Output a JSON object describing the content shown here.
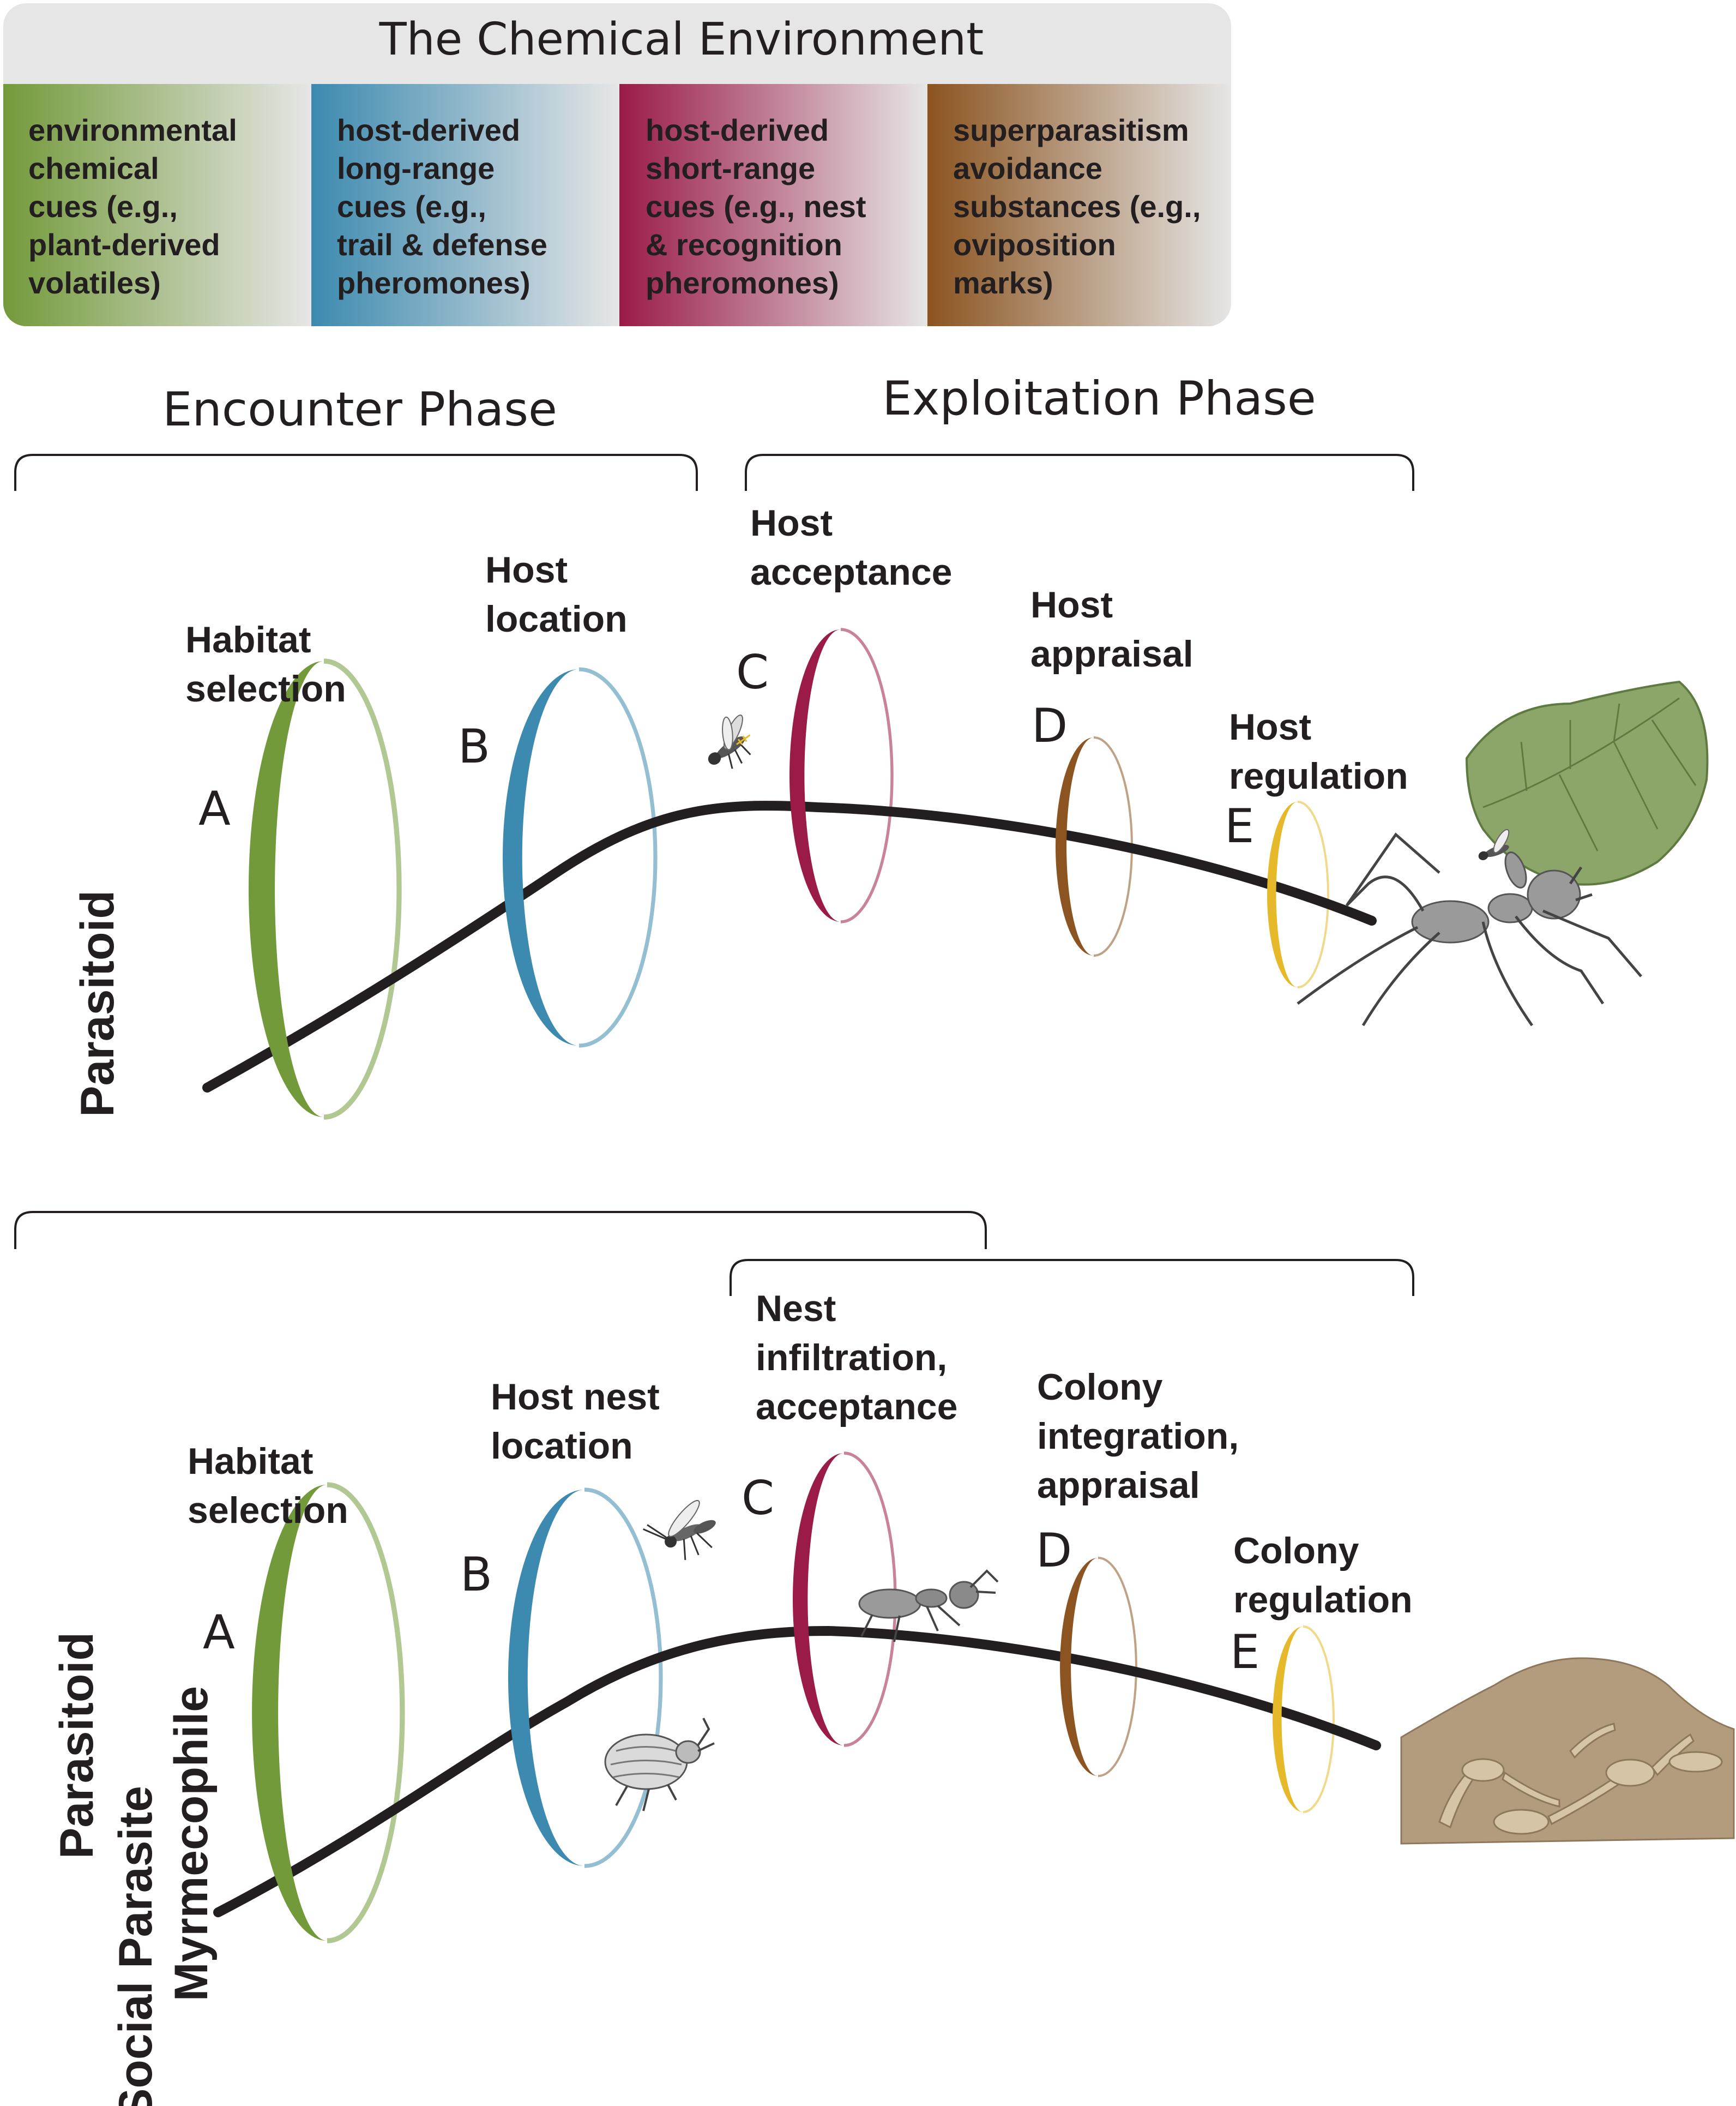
{
  "legend": {
    "title": "The Chemical Environment",
    "boxes": [
      {
        "lines": [
          "environmental",
          "chemical",
          "cues (e.g.,",
          "plant-derived",
          "volatiles)"
        ],
        "color": "#739A3A"
      },
      {
        "lines": [
          "host-derived",
          "long-range",
          "cues (e.g.,",
          "trail & defense",
          "pheromones)"
        ],
        "color": "#3C8AAF"
      },
      {
        "lines": [
          "host-derived",
          "short-range",
          "cues (e.g., nest",
          "& recognition",
          "pheromones)"
        ],
        "color": "#9A1B48"
      },
      {
        "lines": [
          "superparasitism",
          "avoidance",
          "substances (e.g.,",
          "oviposition",
          "marks)"
        ],
        "color": "#8B5420"
      }
    ],
    "panel_color": "#E6E6E6"
  },
  "phases": {
    "encounter": "Encounter Phase",
    "exploitation": "Exploitation Phase"
  },
  "panels": [
    {
      "row_labels": [
        "Parasitoid"
      ],
      "stages": [
        {
          "letter": "A",
          "label": [
            "Habitat",
            "selection"
          ]
        },
        {
          "letter": "B",
          "label": [
            "Host",
            "location"
          ]
        },
        {
          "letter": "C",
          "label": [
            "Host",
            "acceptance"
          ]
        },
        {
          "letter": "D",
          "label": [
            "Host",
            "appraisal"
          ]
        },
        {
          "letter": "E",
          "label": [
            "Host",
            "regulation"
          ]
        }
      ]
    },
    {
      "row_labels": [
        "Parasitoid",
        "Social Parasite",
        "Myrmecophile"
      ],
      "stages": [
        {
          "letter": "A",
          "label": [
            "Habitat",
            "selection"
          ]
        },
        {
          "letter": "B",
          "label": [
            "Host nest",
            "location"
          ]
        },
        {
          "letter": "C",
          "label": [
            "Nest",
            "infiltration,",
            "acceptance"
          ]
        },
        {
          "letter": "D",
          "label": [
            "Colony",
            "integration,",
            "appraisal"
          ]
        },
        {
          "letter": "E",
          "label": [
            "Colony",
            "regulation"
          ]
        }
      ]
    }
  ],
  "ring_colors": [
    "#739A3A",
    "#3C8AAF",
    "#9A1B48",
    "#8B5420",
    "#E6B92A"
  ],
  "illustrations": [
    "fly-icon",
    "leaf-cutter-ant-with-leaf",
    "wasp-icon",
    "ant-icon",
    "beetle-icon",
    "ant-nest-soil"
  ]
}
